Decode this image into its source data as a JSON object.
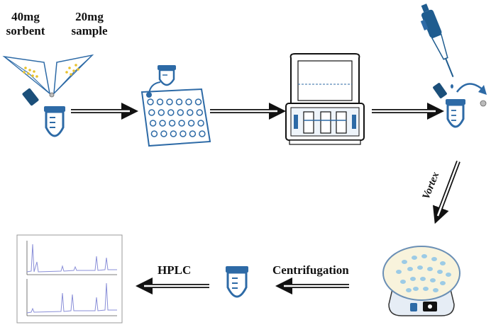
{
  "labels": {
    "sorbent": [
      "40mg",
      "sorbent"
    ],
    "sample": [
      "20mg",
      "sample"
    ],
    "vortex": "Vortex",
    "centrifugation": "Centrifugation",
    "hplc": "HPLC"
  },
  "colors": {
    "tube_blue": "#2d6aa6",
    "tube_dark": "#1b4f7a",
    "pipette_blue": "#1f5c8f",
    "plate_fill": "#ffffff",
    "shaker_disc": "#f8f3dc",
    "shaker_dots": "#9ccbe6",
    "chrom_line": "#8a8fd8",
    "arrow": "#111111"
  },
  "icons": [
    "weighing-papers-icon",
    "microtube-icon",
    "plate-icon",
    "extraction-device-icon",
    "pipette-icon",
    "vortex-shaker-icon",
    "chromatogram-icon"
  ]
}
